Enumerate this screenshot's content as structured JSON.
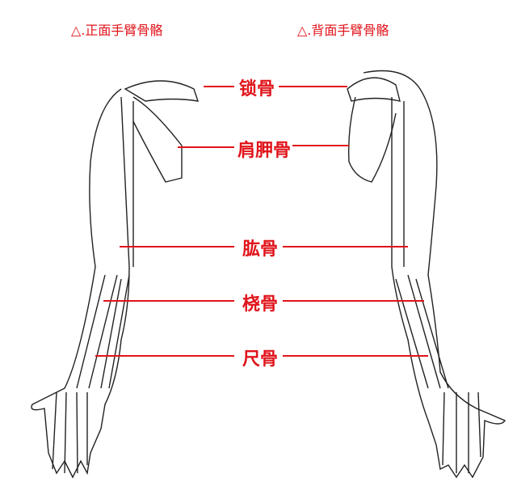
{
  "titles": {
    "front": "△.正面手臂骨骼",
    "back": "△.背面手臂骨骼"
  },
  "labels": {
    "clavicle": "锁骨",
    "scapula": "肩胛骨",
    "humerus": "肱骨",
    "radius": "桡骨",
    "ulna": "尺骨"
  },
  "colors": {
    "accent": "#e0141b",
    "ink": "#222222"
  }
}
